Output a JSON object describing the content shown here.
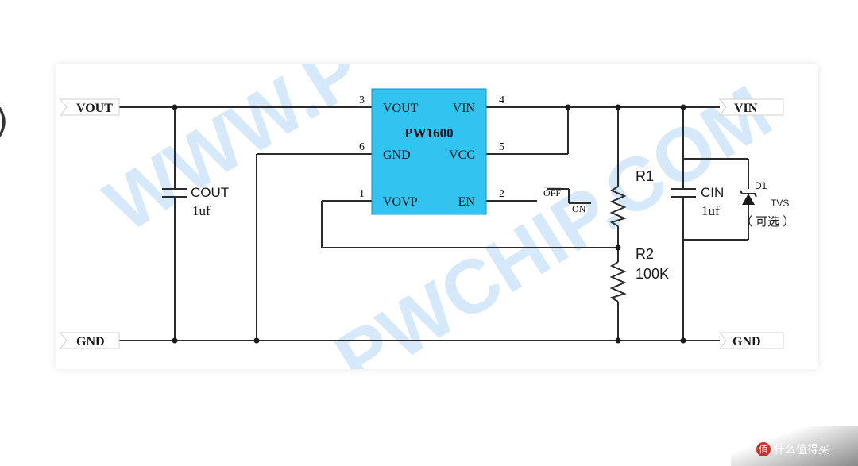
{
  "edge_fragment": ")",
  "watermark": {
    "text_top": "WWW.P",
    "text_bottom": "PWCHIP.COM",
    "color": "#cfe6fb"
  },
  "chip": {
    "name": "PW1600",
    "color": "#33c3f0",
    "pins": {
      "vout": {
        "label": "VOUT",
        "number": "3"
      },
      "vin": {
        "label": "VIN",
        "number": "4"
      },
      "gnd": {
        "label": "GND",
        "number": "6"
      },
      "vcc": {
        "label": "VCC",
        "number": "5"
      },
      "vovp": {
        "label": "VOVP",
        "number": "1"
      },
      "en": {
        "label": "EN",
        "number": "2"
      }
    }
  },
  "en_switch": {
    "off": "OFF",
    "on": "ON"
  },
  "ports": {
    "vout": "VOUT",
    "gnd_left": "GND",
    "vin": "VIN",
    "gnd_right": "GND"
  },
  "components": {
    "cout": {
      "name": "COUT",
      "value": "1uf"
    },
    "r1": {
      "name": "R1"
    },
    "r2": {
      "name": "R2",
      "value": "100K"
    },
    "cin": {
      "name": "CIN",
      "value": "1uf"
    },
    "d1": {
      "name": "D1",
      "type": "TVS",
      "note": "（ 可选 ）"
    }
  },
  "footer": {
    "brand": "什么值得买"
  }
}
